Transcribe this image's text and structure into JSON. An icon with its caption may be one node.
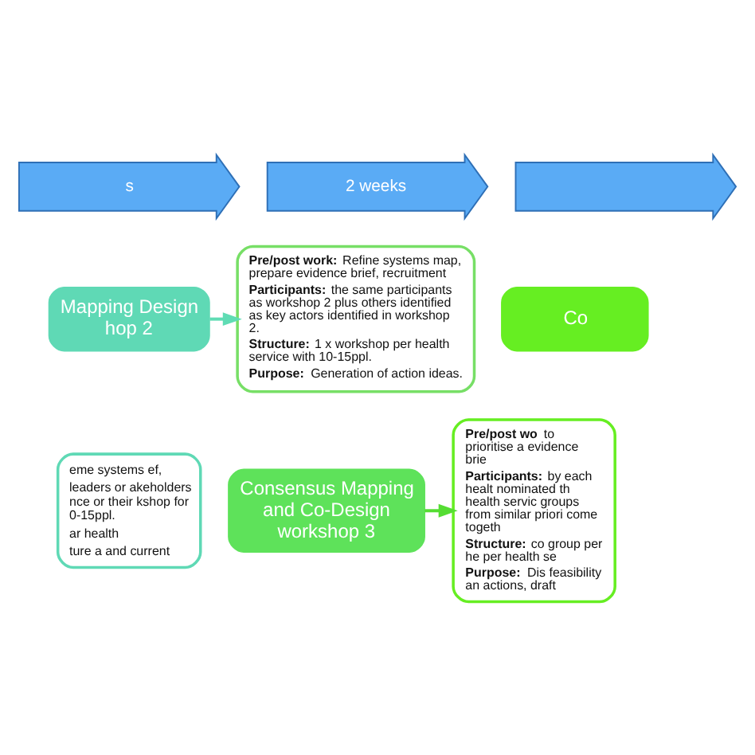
{
  "diagram": {
    "nodes": [
      {
        "text": [
          "s"
        ]
      },
      {
        "text": [
          "2 weeks"
        ]
      },
      {
        "text": [],
        "shape": "arrow"
      },
      {
        "text": [
          "Mapping Design hop 2"
        ]
      },
      {
        "text": [
          "eme systems ef,",
          "leaders or akeholders nce or their kshop for 0-15ppl.",
          "ar health",
          "ture a and current"
        ]
      },
      {
        "text": [
          "**Pre/post work:** Refine systems map, prepare evidence brief, recruitment",
          "**Participants:** the same participants as workshop 2 plus others identified as key actors identified in workshop 2.",
          "**Structure:** 1 x workshop per health service with 10-15ppl.",
          "**Purpose:** Generation of action ideas."
        ]
      },
      {
        "text": [
          "Consensus Mapping and Co-Design workshop 3"
        ]
      },
      {
        "text": [
          "Co"
        ]
      },
      {
        "text": [
          "**Pre/post wo** to prioritise a evidence brie",
          "**Participants:** by each healt nominated th health servic groups from similar priori come togeth",
          "**Structure:** co group per he per health se",
          "**Purpose:** Dis feasibility an actions, draft"
        ]
      }
    ],
    "edges": [
      {
        "from": 3,
        "to": 5,
        "arrow": "to",
        "color": "#5fdcb4"
      },
      {
        "from": 6,
        "to": 8,
        "arrow": "to",
        "color": "#55dd33"
      }
    ]
  }
}
